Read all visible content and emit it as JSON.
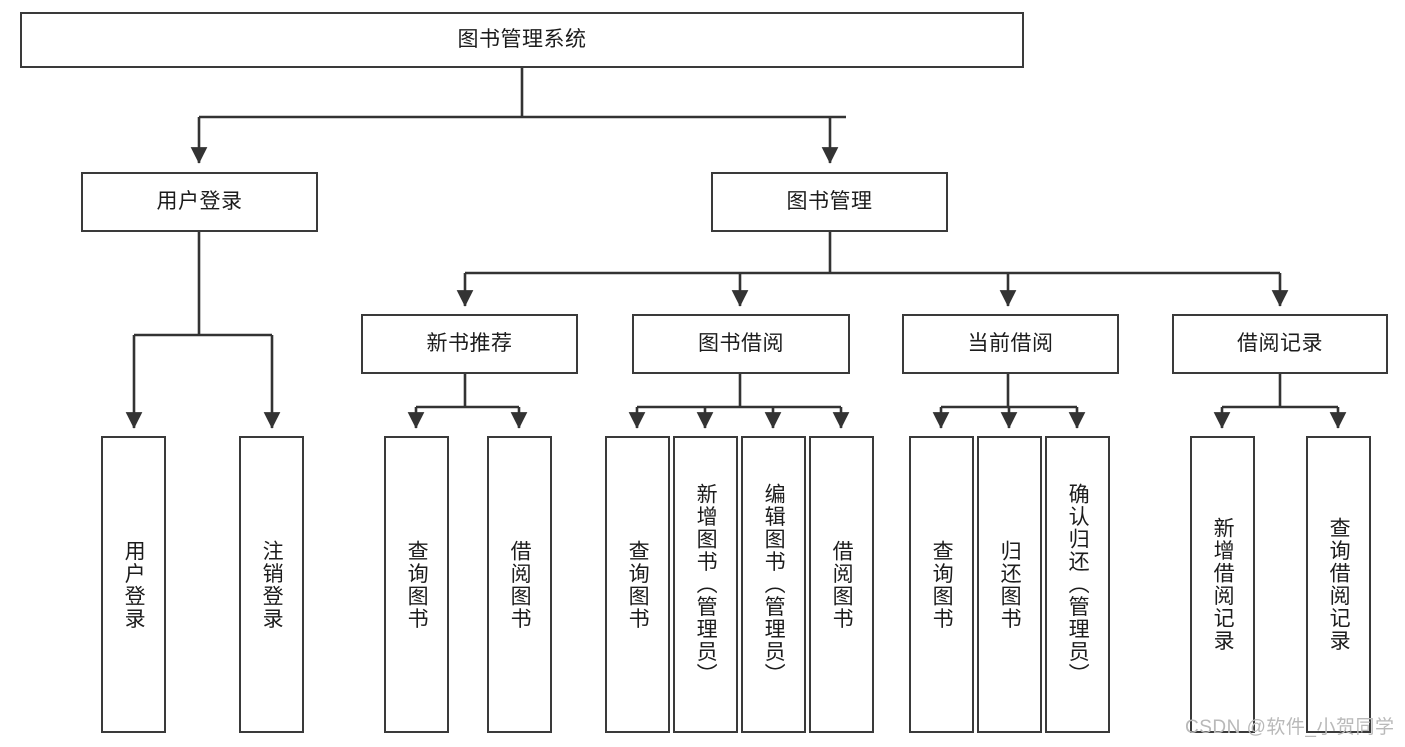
{
  "diagram": {
    "title": "图书管理系统",
    "type": "hierarchy-tree",
    "watermark": "CSDN @软件_小贺同学",
    "colors": {
      "background": "#ffffff",
      "node_border": "#3a3a3a",
      "node_fill": "#ffffff",
      "edge": "#333333",
      "text": "#1c1c1c",
      "watermark": "#b9b9b9"
    }
  },
  "nodes": {
    "root": {
      "label": "图书管理系统"
    },
    "tier2": [
      {
        "id": "user-login",
        "label": "用户登录"
      },
      {
        "id": "book-manage",
        "label": "图书管理"
      }
    ],
    "tier3": [
      {
        "id": "new-book-recommend",
        "label": "新书推荐"
      },
      {
        "id": "book-borrow",
        "label": "图书借阅"
      },
      {
        "id": "current-borrow",
        "label": "当前借阅"
      },
      {
        "id": "borrow-record",
        "label": "借阅记录"
      }
    ],
    "leaves": [
      {
        "id": "leaf-user-login",
        "label": "用户登录",
        "parent": "user-login"
      },
      {
        "id": "leaf-logout",
        "label": "注销登录",
        "parent": "user-login"
      },
      {
        "id": "leaf-query-book-1",
        "label": "查询图书",
        "parent": "new-book-recommend"
      },
      {
        "id": "leaf-borrow-book-1",
        "label": "借阅图书",
        "parent": "new-book-recommend"
      },
      {
        "id": "leaf-query-book-2",
        "label": "查询图书",
        "parent": "book-borrow"
      },
      {
        "id": "leaf-add-book",
        "label": "新增图书（管理员）",
        "parent": "book-borrow"
      },
      {
        "id": "leaf-edit-book",
        "label": "编辑图书（管理员）",
        "parent": "book-borrow"
      },
      {
        "id": "leaf-borrow-book-2",
        "label": "借阅图书",
        "parent": "book-borrow"
      },
      {
        "id": "leaf-query-book-3",
        "label": "查询图书",
        "parent": "current-borrow"
      },
      {
        "id": "leaf-return-book",
        "label": "归还图书",
        "parent": "current-borrow"
      },
      {
        "id": "leaf-confirm-return",
        "label": "确认归还（管理员）",
        "parent": "current-borrow"
      },
      {
        "id": "leaf-add-record",
        "label": "新增借阅记录",
        "parent": "borrow-record"
      },
      {
        "id": "leaf-query-record",
        "label": "查询借阅记录",
        "parent": "borrow-record"
      }
    ]
  }
}
